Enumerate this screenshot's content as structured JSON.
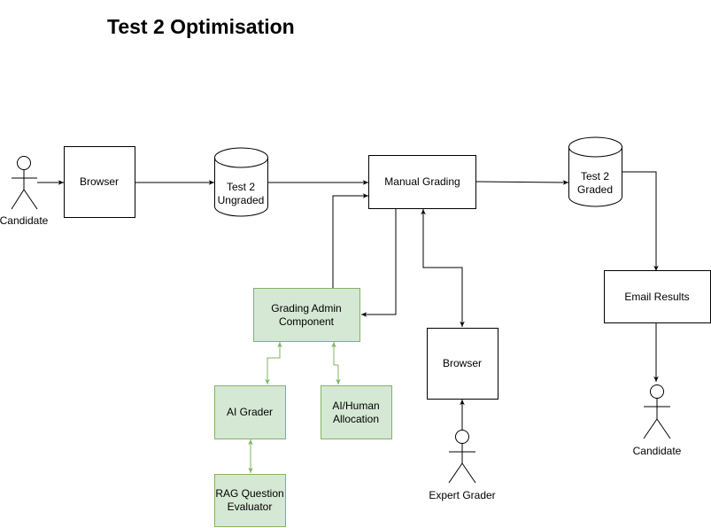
{
  "title": "Test 2 Optimisation",
  "colors": {
    "stroke": "#000000",
    "green_fill": "#d5e8d4",
    "green_stroke": "#82b366",
    "background": "#ffffff"
  },
  "nodes": {
    "candidate_left": "Candidate",
    "browser_left": "Browser",
    "test2_ungraded": [
      "Test 2",
      "Ungraded"
    ],
    "manual_grading": "Manual Grading",
    "test2_graded": [
      "Test 2",
      "Graded"
    ],
    "email_results": "Email Results",
    "candidate_right": "Candidate",
    "grading_admin": [
      "Grading Admin",
      "Component"
    ],
    "expert_browser": "Browser",
    "expert_grader": "Expert Grader",
    "ai_grader": "AI Grader",
    "ai_human_allocation": [
      "AI/Human",
      "Allocation"
    ],
    "rag_evaluator": [
      "RAG Question",
      "Evaluator"
    ]
  }
}
